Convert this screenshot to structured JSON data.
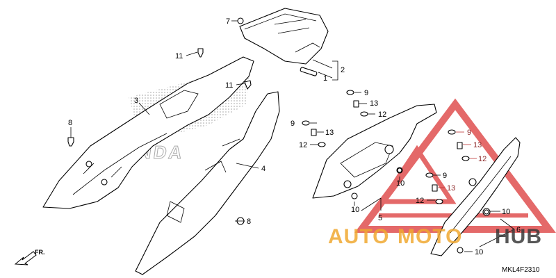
{
  "diagram": {
    "code": "MKL4F2310",
    "direction": "FR.",
    "callouts": {
      "c7": "7",
      "c2": "2",
      "c1": "1",
      "c11a": "11",
      "c11b": "11",
      "c3": "3",
      "c8a": "8",
      "c4": "4",
      "c8b": "8",
      "c9a": "9",
      "c13a": "13",
      "c12a": "12",
      "c9b": "9",
      "c13b": "13",
      "c12b": "12",
      "c10a": "10",
      "c10b": "10",
      "c5": "5",
      "c9c": "9",
      "c13c": "13",
      "c12c": "12",
      "c9d": "9",
      "c13d": "13",
      "c12d": "12",
      "c10c": "10",
      "c10d": "10",
      "c6": "6"
    },
    "background_text": "HONDA"
  },
  "watermark": {
    "part1": "AUTO",
    "part2": "MOTO",
    "part3": "HUB",
    "color_orange": "#f0a830",
    "color_red": "#e05050",
    "color_dark": "#3a3a3a"
  }
}
